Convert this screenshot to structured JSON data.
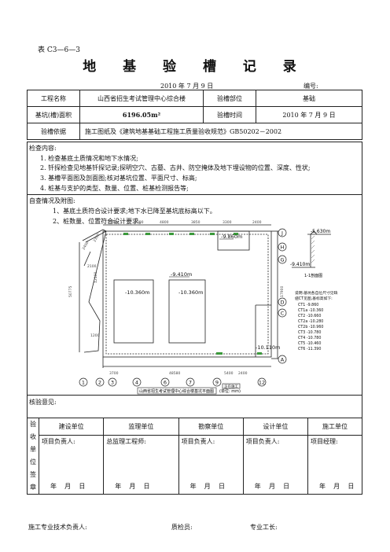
{
  "form_code": "表 C3—6—3",
  "title": "地 基 验 槽 记 录",
  "date_line": "2010 年 7 月 9 日",
  "serial_label": "编号:",
  "meta": {
    "project_label": "工程名称",
    "project_value": "山西省招生考试管理中心综合楼",
    "part_label": "验槽部位",
    "part_value": "基础",
    "area_label": "基坑(槽)面积",
    "area_value": "6196.05m²",
    "time_label": "验槽时间",
    "time_value": "2010 年 7 月 9 日",
    "basis_label": "验槽依据",
    "basis_value": "施工图纸及《建筑地基基础工程施工质量验收规范》GB50202－2002"
  },
  "inspection": {
    "heading": "检查内容:",
    "items": [
      "1.  检查基底土质情况和地下水情况;",
      "2.  钎探检查见地基钎探记录;探明空穴、古墓、古井、防空掩体及地下埋设物的位置、深度、性状;",
      "3.  基槽平面图及剖面图;核对基坑位置、平面尺寸、标高;",
      "4.  桩基与支护的类型、数量、位置、桩基检测报告等;"
    ]
  },
  "situation": {
    "heading": "自查情况及附图:",
    "items": [
      "1、基底土质符合设计要求;地下水已降至基坑底标高以下。",
      "2、桩数量、位置符合设计要求。"
    ]
  },
  "drawing": {
    "caption": "山西省招生考试管理中心综合楼基坑平面图",
    "unit": "(单位: mm)",
    "elevations": [
      "-9.860m",
      "-9.410m",
      "-10.360m",
      "-10.360m",
      "-10.110m"
    ],
    "section_top": "-5.630m",
    "section_bottom": "-9.410m",
    "section_title": "1-1剖面图",
    "note_title": "说明:基坑各自位尺寸见缺",
    "note_sub": "値CT见图,基标高如下:",
    "note_levels": [
      "CT1  -9.860",
      "CT1a -10.360",
      "CT2  -10.660",
      "CT2a -10.280",
      "CT2b -10.960",
      "CT3  -10.780",
      "CT4  -10.780",
      "CT5  -10.460",
      "CT6  -11.390"
    ],
    "axes_bottom": [
      "1",
      "2",
      "3",
      "4",
      "6",
      "7",
      "9",
      "12"
    ],
    "axes_right": [
      "J",
      "H",
      "G",
      "D",
      "C",
      "A"
    ],
    "dims": [
      "3250",
      "2700",
      "2400",
      "4800",
      "3850",
      "2300",
      "3300",
      "2400",
      "5400",
      "17900",
      "50775",
      "12100",
      "2100",
      "3700",
      "1200",
      "48580",
      "2400"
    ],
    "legend_label": "正在施工"
  },
  "opinion_heading": "核验意见:",
  "sign": {
    "side_label": [
      "验",
      "收",
      "单",
      "位",
      "签",
      "章"
    ],
    "units": [
      "建设单位",
      "监理单位",
      "勘察单位",
      "设计单位",
      "施工单位"
    ],
    "roles": [
      "项目负责人:",
      "总监理工程师:",
      "项目负责人:",
      "项目负责人:",
      "项目经理:"
    ],
    "date": "年    月    日"
  },
  "footer": {
    "tech": "施工专业技术负责人:",
    "qc": "质检员:",
    "foreman": "专业工长:"
  }
}
